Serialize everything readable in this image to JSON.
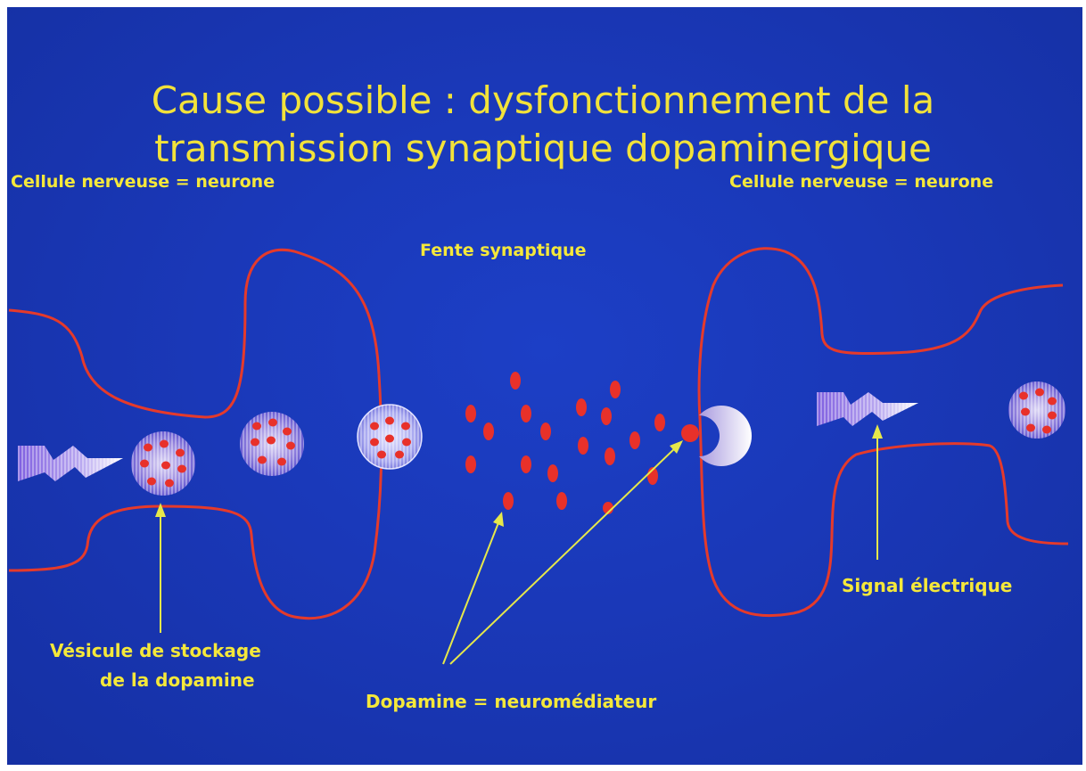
{
  "slide": {
    "title_line1": "Cause possible : dysfonctionnement de la",
    "title_line2": "transmission synaptique dopaminergique"
  },
  "labels": {
    "neuron_left": "Cellule nerveuse = neurone",
    "neuron_right": "Cellule nerveuse = neurone",
    "synaptic_cleft": "Fente synaptique",
    "vesicle_line1": "Vésicule de stockage",
    "vesicle_line2": "de la dopamine",
    "dopamine": "Dopamine = neuromédiateur",
    "signal": "Signal électrique"
  },
  "colors": {
    "background": "#1a38b8",
    "title": "#f2e23a",
    "labels": "#f5e83a",
    "membrane": "#e53a2b",
    "dopamine": "#e8312a",
    "arrows": "#e6e84a"
  },
  "icons": [
    "lightning-bolt-icon",
    "vesicle-icon",
    "receptor-icon"
  ]
}
